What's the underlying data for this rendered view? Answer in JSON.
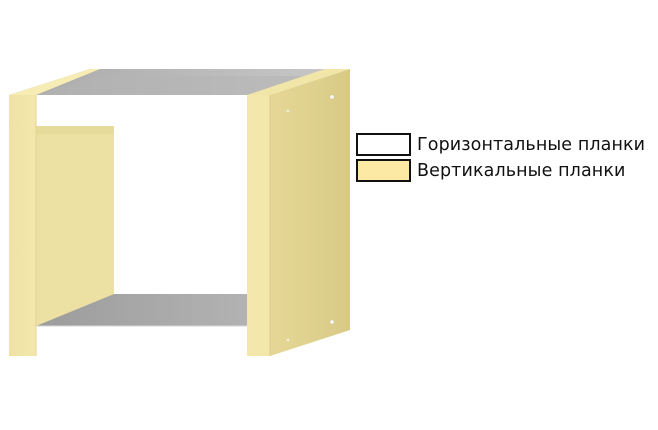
{
  "diagram": {
    "name": "shelf-cube",
    "parts": {
      "top_board": {
        "role": "horizontal"
      },
      "bottom_board": {
        "role": "horizontal"
      },
      "left_side": {
        "role": "vertical"
      },
      "right_side": {
        "role": "vertical"
      },
      "back_side": {
        "role": "vertical"
      }
    },
    "colors": {
      "horizontal_fill": "#ffffff",
      "horizontal_edge": "#c8c8c8",
      "horizontal_inner": "#b9b9b9",
      "vertical_front": "#f2e6a8",
      "vertical_side": "#e2d496",
      "vertical_shadow": "#d4c683",
      "vertical_back": "#ede0a2",
      "screw": "#f7f7f7"
    }
  },
  "legend": {
    "items": [
      {
        "label": "Горизонтальные планки",
        "swatch_color": "#ffffff"
      },
      {
        "label": "Вертикальные планки",
        "swatch_color": "#fbe9a4"
      }
    ]
  }
}
